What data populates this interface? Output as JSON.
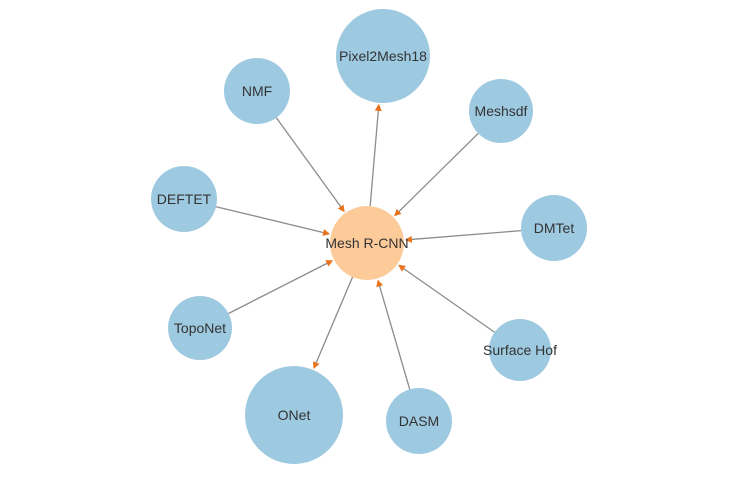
{
  "graph": {
    "nodes": [
      {
        "id": "mesh-rcnn",
        "label": "Mesh R-CNN",
        "role": "center",
        "color": "#fdcb9a"
      },
      {
        "id": "pixel2mesh18",
        "label": "Pixel2Mesh18",
        "role": "neighbor",
        "color": "#9ecae1"
      },
      {
        "id": "nmf",
        "label": "NMF",
        "role": "neighbor",
        "color": "#9ecae1"
      },
      {
        "id": "meshsdf",
        "label": "Meshsdf",
        "role": "neighbor",
        "color": "#9ecae1"
      },
      {
        "id": "deftet",
        "label": "DEFTET",
        "role": "neighbor",
        "color": "#9ecae1"
      },
      {
        "id": "dmtet",
        "label": "DMTet",
        "role": "neighbor",
        "color": "#9ecae1"
      },
      {
        "id": "toponet",
        "label": "TopoNet",
        "role": "neighbor",
        "color": "#9ecae1"
      },
      {
        "id": "surface-hof",
        "label": "Surface Hof",
        "role": "neighbor",
        "color": "#9ecae1"
      },
      {
        "id": "onet",
        "label": "ONet",
        "role": "neighbor",
        "color": "#9ecae1"
      },
      {
        "id": "dasm",
        "label": "DASM",
        "role": "neighbor",
        "color": "#9ecae1"
      }
    ],
    "edges": [
      {
        "from": "mesh-rcnn",
        "to": "pixel2mesh18"
      },
      {
        "from": "nmf",
        "to": "mesh-rcnn"
      },
      {
        "from": "meshsdf",
        "to": "mesh-rcnn"
      },
      {
        "from": "deftet",
        "to": "mesh-rcnn"
      },
      {
        "from": "dmtet",
        "to": "mesh-rcnn"
      },
      {
        "from": "toponet",
        "to": "mesh-rcnn"
      },
      {
        "from": "surface-hof",
        "to": "mesh-rcnn"
      },
      {
        "from": "mesh-rcnn",
        "to": "onet"
      },
      {
        "from": "dasm",
        "to": "mesh-rcnn"
      }
    ],
    "edge_color": "#8c8c8c",
    "arrow_color": "#e8731e",
    "label_color": "#333333"
  }
}
